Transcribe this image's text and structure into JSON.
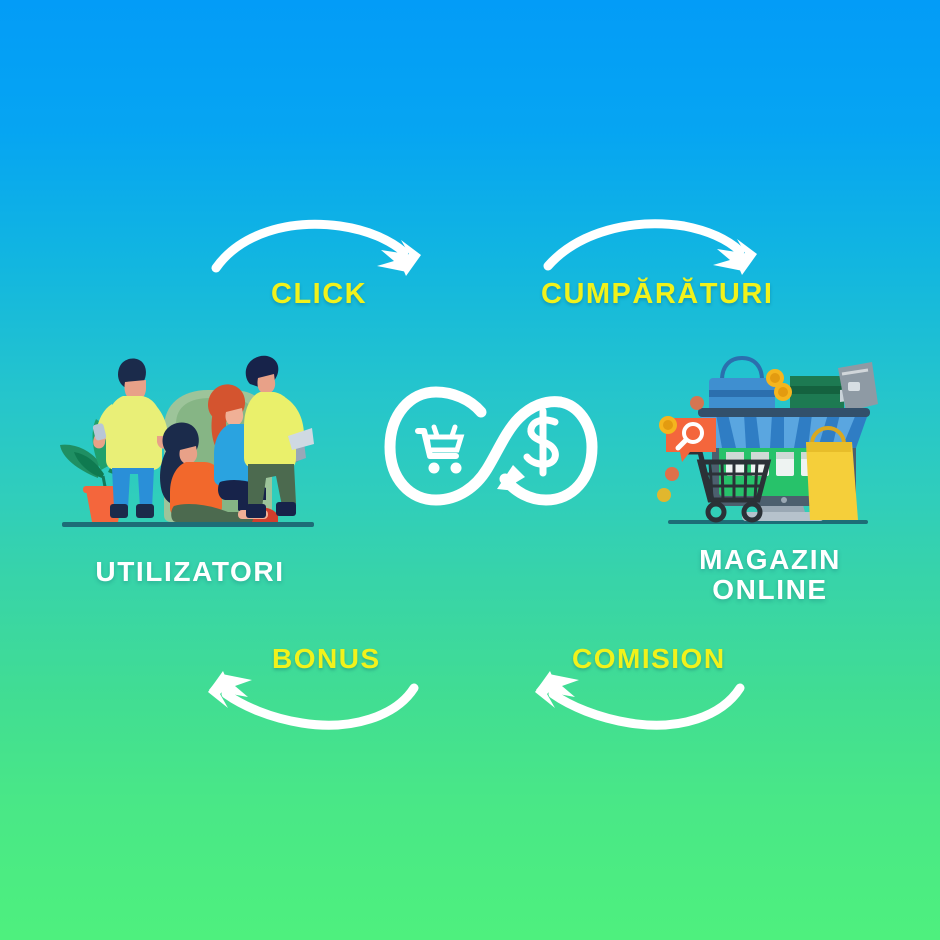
{
  "diagram": {
    "title_present": false,
    "type": "cashback-affiliate-cycle",
    "language": "ro",
    "background": {
      "gradient_from": "#039cf7",
      "gradient_mid": "#29c4cd",
      "gradient_to": "#4ced82",
      "direction": "top-to-bottom"
    },
    "colors": {
      "label_yellow": "#f1f21b",
      "caption_white": "#ffffff",
      "arrow_white": "#ffffff",
      "accent_orange": "#f4663c",
      "accent_gold": "#f5b51e"
    },
    "nodes": [
      {
        "id": "users",
        "caption": "UTILIZATORI",
        "icon": "people-group-illustration",
        "position": "left"
      },
      {
        "id": "shop",
        "caption": "MAGAZIN ONLINE",
        "caption_line1": "MAGAZIN",
        "caption_line2": "ONLINE",
        "icon": "online-store-illustration",
        "position": "right"
      },
      {
        "id": "cycle",
        "caption": "",
        "icon": "infinity-cart-dollar-icon",
        "position": "center"
      }
    ],
    "arrows": [
      {
        "id": "click",
        "label": "CLICK",
        "from": "users",
        "to": "cycle",
        "direction": "right",
        "curve": "arc-over"
      },
      {
        "id": "cumparaturi",
        "label": "CUMPĂRĂTURI",
        "from": "cycle",
        "to": "shop",
        "direction": "right",
        "curve": "arc-over"
      },
      {
        "id": "comision",
        "label": "COMISION",
        "from": "shop",
        "to": "cycle",
        "direction": "left",
        "curve": "arc-under"
      },
      {
        "id": "bonus",
        "label": "BONUS",
        "from": "cycle",
        "to": "users",
        "direction": "left",
        "curve": "arc-under"
      }
    ],
    "center_icon": {
      "left_symbol": "shopping-cart",
      "right_symbol": "dollar-sign",
      "shape": "infinity-loop",
      "stroke_color": "#ffffff"
    },
    "store_illustration": {
      "items": [
        "handbag",
        "coins",
        "wallet",
        "credit-card",
        "awning",
        "monitor",
        "shopping-cart",
        "shopping-bag",
        "magnifier-badge"
      ],
      "awning_color": "#2f7dc4",
      "screen_color": "#27c26a",
      "bag_color": "#f5cf3a",
      "badge_color": "#f4663c"
    },
    "people_illustration": {
      "count": 4,
      "props": [
        "plant",
        "armchair",
        "laptop",
        "tablet",
        "phone"
      ],
      "shirt_colors": [
        "#e8ef6e",
        "#f2682c",
        "#2aa3e0",
        "#eaf06b"
      ]
    }
  }
}
